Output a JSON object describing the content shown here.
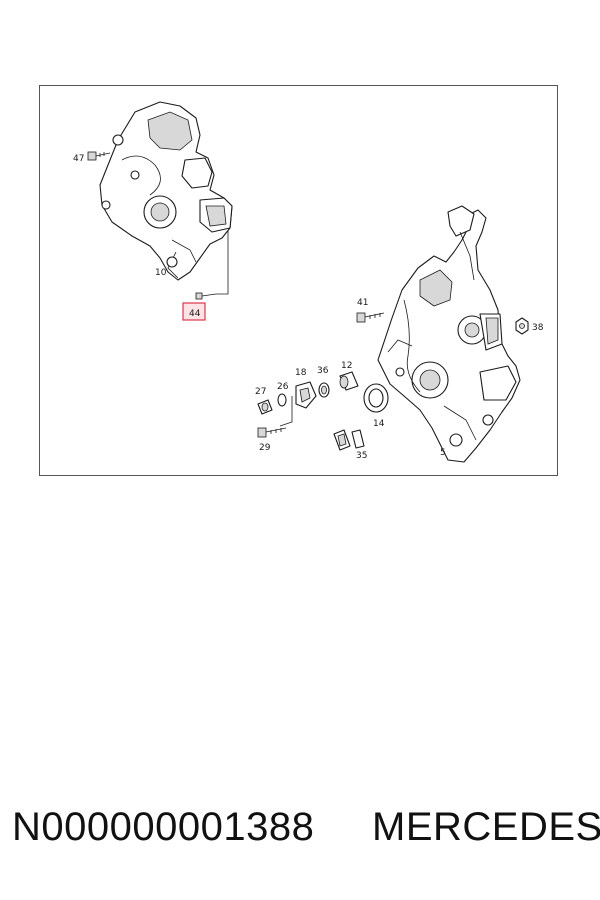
{
  "diagram": {
    "callouts": {
      "p47": "47",
      "p10": "10",
      "p44": "44",
      "p41": "41",
      "p38": "38",
      "p18": "18",
      "p36": "36",
      "p12": "12",
      "p27": "27",
      "p26": "26",
      "p14": "14",
      "p29": "29",
      "p35": "35",
      "p5": "5"
    },
    "highlighted_part": "44",
    "highlight_color": "#e0354a"
  },
  "footer": {
    "part_code": "N000000001388",
    "brand": "MERCEDES"
  }
}
